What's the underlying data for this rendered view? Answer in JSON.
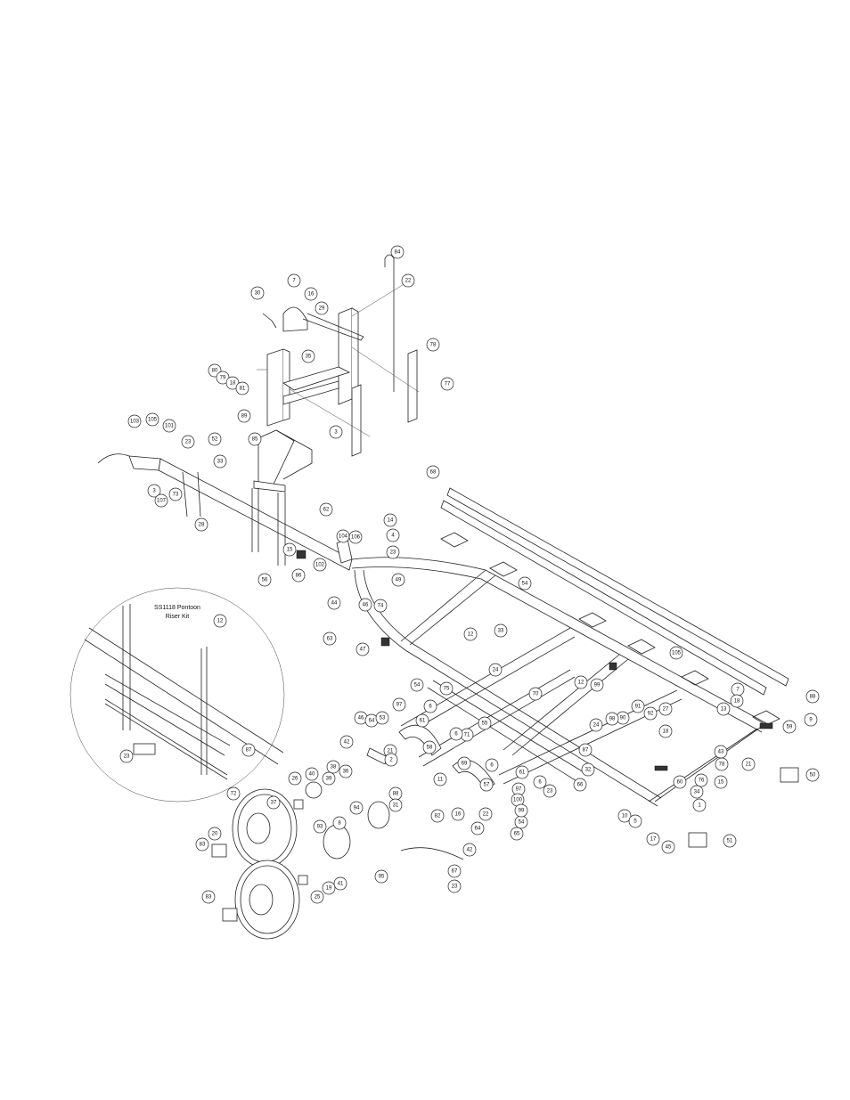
{
  "inset": {
    "title_line1": "SS1118 Pontoon",
    "title_line2": "Riser Kit",
    "callouts": [
      "12",
      "23",
      "87"
    ]
  },
  "callouts": [
    "84",
    "22",
    "7",
    "16",
    "30",
    "29",
    "78",
    "35",
    "80",
    "79",
    "18",
    "81",
    "77",
    "89",
    "3",
    "103",
    "105",
    "101",
    "23",
    "52",
    "85",
    "33",
    "3",
    "107",
    "73",
    "28",
    "62",
    "14",
    "4",
    "104",
    "106",
    "23",
    "15",
    "102",
    "86",
    "56",
    "49",
    "68",
    "44",
    "46",
    "74",
    "54",
    "33",
    "63",
    "47",
    "12",
    "54",
    "24",
    "12",
    "75",
    "70",
    "6",
    "97",
    "99",
    "91",
    "90",
    "98",
    "92",
    "105",
    "88",
    "7",
    "18",
    "13",
    "9",
    "59",
    "27",
    "18",
    "46",
    "64",
    "53",
    "61",
    "55",
    "71",
    "6",
    "24",
    "58",
    "87",
    "21",
    "2",
    "32",
    "6",
    "69",
    "61",
    "42",
    "38",
    "36",
    "40",
    "39",
    "11",
    "66",
    "6",
    "23",
    "57",
    "43",
    "78",
    "76",
    "15",
    "34",
    "60",
    "21",
    "50",
    "88",
    "97",
    "100",
    "72",
    "26",
    "37",
    "94",
    "93",
    "8",
    "20",
    "83",
    "25",
    "19",
    "41",
    "95",
    "83",
    "31",
    "82",
    "16",
    "22",
    "64",
    "65",
    "54",
    "99",
    "42",
    "67",
    "23",
    "10",
    "5",
    "17",
    "45",
    "1",
    "51"
  ]
}
